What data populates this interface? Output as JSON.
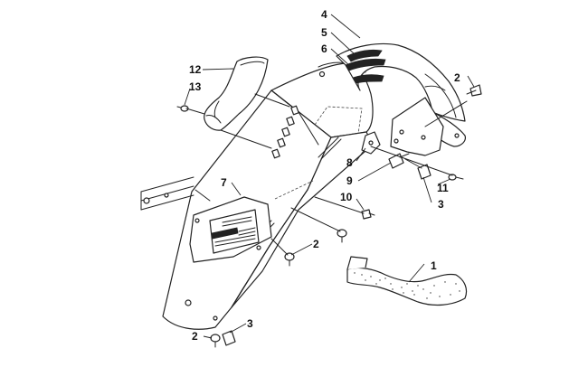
{
  "callouts": [
    {
      "id": "c-1",
      "label": "1"
    },
    {
      "id": "c-2a",
      "label": "2"
    },
    {
      "id": "c-2b",
      "label": "2"
    },
    {
      "id": "c-2c",
      "label": "2"
    },
    {
      "id": "c-3a",
      "label": "3"
    },
    {
      "id": "c-3b",
      "label": "3"
    },
    {
      "id": "c-4",
      "label": "4"
    },
    {
      "id": "c-5",
      "label": "5"
    },
    {
      "id": "c-6",
      "label": "6"
    },
    {
      "id": "c-7",
      "label": "7"
    },
    {
      "id": "c-8",
      "label": "8"
    },
    {
      "id": "c-9",
      "label": "9"
    },
    {
      "id": "c-10",
      "label": "10"
    },
    {
      "id": "c-11",
      "label": "11"
    },
    {
      "id": "c-12",
      "label": "12"
    },
    {
      "id": "c-13",
      "label": "13"
    }
  ]
}
